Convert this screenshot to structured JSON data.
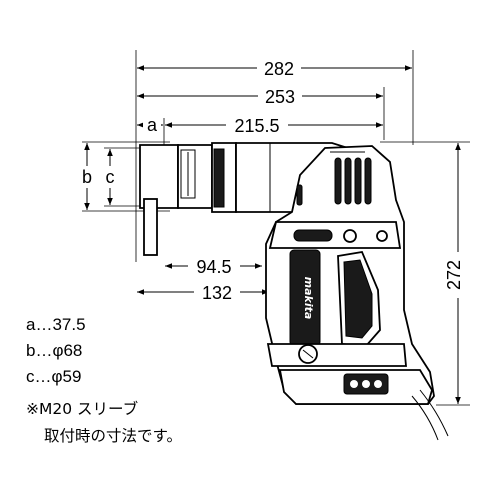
{
  "dimensions": {
    "overall_length": "282",
    "length_to_rear": "253",
    "length_to_grip": "215.5",
    "sleeve_a": "a",
    "sleeve_b": "b",
    "sleeve_c": "c",
    "grip_offset": "94.5",
    "handle_offset": "132",
    "height": "272"
  },
  "legend": [
    {
      "label": "a…37.5"
    },
    {
      "label": "b…φ68"
    },
    {
      "label": "c…φ59"
    }
  ],
  "note": {
    "line1": "※M20 スリーブ",
    "line2": "取付時の寸法です。"
  },
  "brand_mark": "makita",
  "colors": {
    "line": "#000000",
    "body": "#ffffff",
    "dark": "#1a1a1a"
  }
}
